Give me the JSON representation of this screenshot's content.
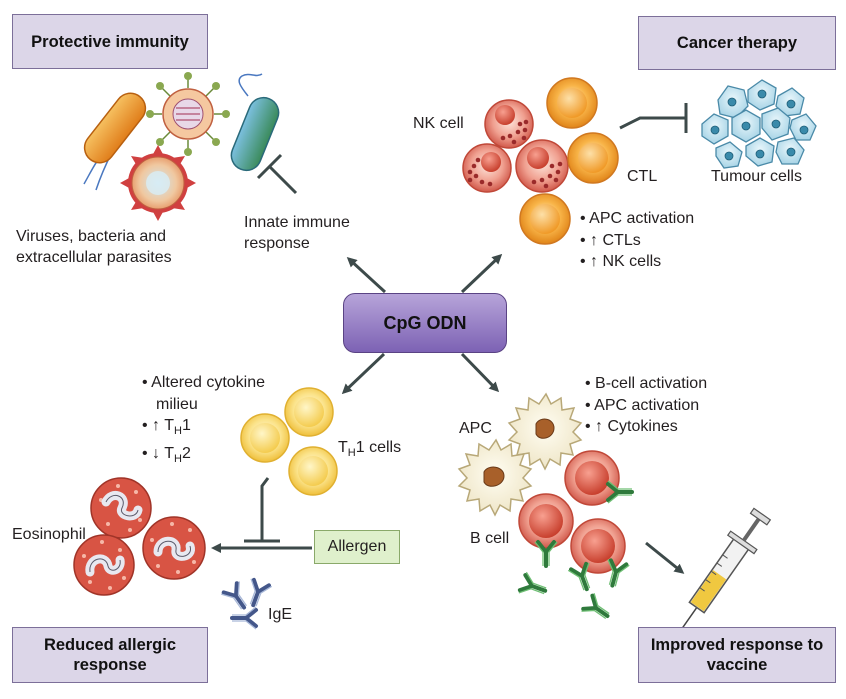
{
  "boxes": {
    "protective": "Protective immunity",
    "cancer": "Cancer therapy",
    "allergic": "Reduced allergic response",
    "vaccine": "Improved response to vaccine"
  },
  "center": "CpG ODN",
  "labels": {
    "pathogens": "Viruses, bacteria and extracellular parasites",
    "innate": "Innate immune response",
    "nk_cell": "NK cell",
    "ctl": "CTL",
    "tumour": "Tumour cells",
    "th1_cells": "TH1 cells",
    "eosinophil": "Eosinophil",
    "allergen": "Allergen",
    "ige": "IgE",
    "apc": "APC",
    "b_cell": "B cell"
  },
  "cancer_bullets": [
    "APC activation",
    "↑ CTLs",
    "↑ NK cells"
  ],
  "th_bullets": [
    "Altered cytokine milieu",
    "↑ TH1",
    "↓ TH2"
  ],
  "vaccine_bullets": [
    "B-cell activation",
    "APC activation",
    "↑ Cytokines"
  ],
  "colors": {
    "box_fill": "#dcd6e8",
    "center_fill": "#9b84c9",
    "allergen_fill": "#dff0cc",
    "orange_cell": "#f0a030",
    "yellow_cell": "#f8d868",
    "red_cell": "#e07060",
    "antibody": "#3a8a4a",
    "ige": "#5a6ea0"
  }
}
